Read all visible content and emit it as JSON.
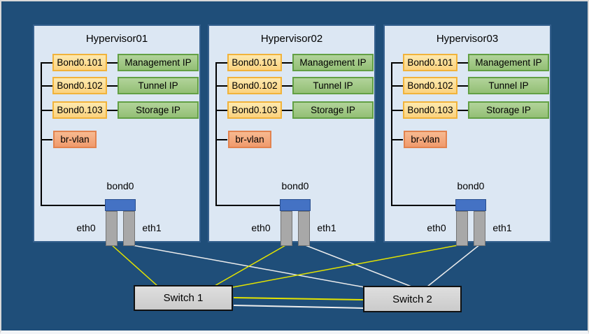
{
  "canvas": {
    "background_color": "#1F4E79",
    "frame_border_color": "#D9D9D9"
  },
  "hypervisors": [
    {
      "title": "Hypervisor01",
      "vlan_interfaces": [
        {
          "label": "Bond0.101",
          "role": "Management IP"
        },
        {
          "label": "Bond0.102",
          "role": "Tunnel IP"
        },
        {
          "label": "Bond0.103",
          "role": "Storage IP"
        }
      ],
      "bridge_label": "br-vlan",
      "bond_label": "bond0",
      "nic_labels": [
        "eth0",
        "eth1"
      ]
    },
    {
      "title": "Hypervisor02",
      "vlan_interfaces": [
        {
          "label": "Bond0.101",
          "role": "Management IP"
        },
        {
          "label": "Bond0.102",
          "role": "Tunnel IP"
        },
        {
          "label": "Bond0.103",
          "role": "Storage IP"
        }
      ],
      "bridge_label": "br-vlan",
      "bond_label": "bond0",
      "nic_labels": [
        "eth0",
        "eth1"
      ]
    },
    {
      "title": "Hypervisor03",
      "vlan_interfaces": [
        {
          "label": "Bond0.101",
          "role": "Management IP"
        },
        {
          "label": "Bond0.102",
          "role": "Tunnel IP"
        },
        {
          "label": "Bond0.103",
          "role": "Storage IP"
        }
      ],
      "bridge_label": "br-vlan",
      "bond_label": "bond0",
      "nic_labels": [
        "eth0",
        "eth1"
      ]
    }
  ],
  "switches": [
    {
      "label": "Switch 1"
    },
    {
      "label": "Switch 2"
    }
  ],
  "links": [
    {
      "from": "hypervisor01-eth0",
      "to": "switch1",
      "color": "#E3E300"
    },
    {
      "from": "hypervisor01-eth1",
      "to": "switch2",
      "color": "#EDEDED"
    },
    {
      "from": "hypervisor02-eth0",
      "to": "switch1",
      "color": "#E3E300"
    },
    {
      "from": "hypervisor02-eth1",
      "to": "switch2",
      "color": "#EDEDED"
    },
    {
      "from": "hypervisor03-eth0",
      "to": "switch1",
      "color": "#E3E300"
    },
    {
      "from": "hypervisor03-eth1",
      "to": "switch2",
      "color": "#EDEDED"
    },
    {
      "from": "switch1",
      "to": "switch2",
      "color": "#E3E300"
    },
    {
      "from": "switch1",
      "to": "switch2",
      "color": "#EDEDED"
    }
  ],
  "colors": {
    "vlan_box_fill": "#FBD27E",
    "vlan_box_border": "#F1B33B",
    "role_box_fill": "#93BF75",
    "role_box_border": "#62A044",
    "bridge_box_fill": "#F09A6C",
    "bridge_box_border": "#E2834F",
    "bond_box_fill": "#4472C4",
    "nic_fill": "#A8A8A8",
    "hypervisor_fill": "#DCE7F3",
    "switch_fill": "#D6D6D6"
  }
}
